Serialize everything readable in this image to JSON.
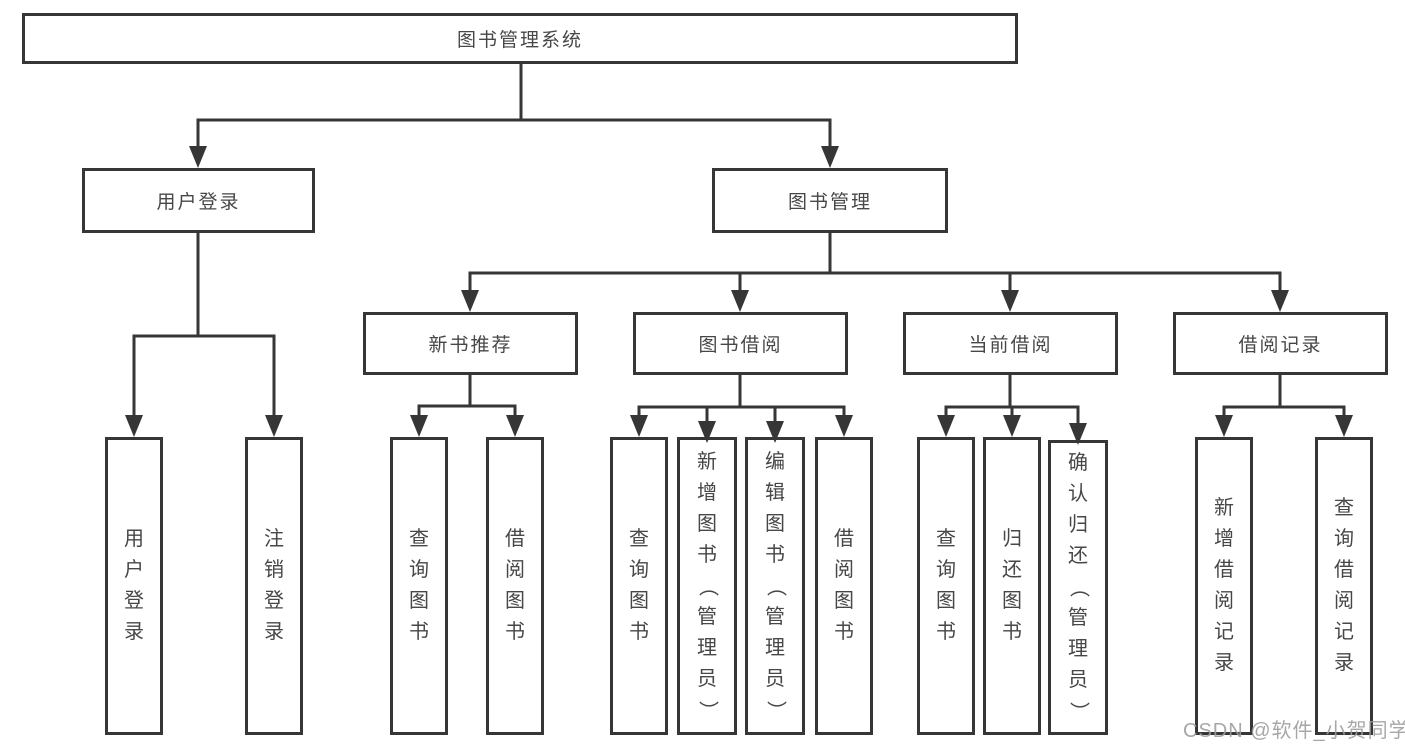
{
  "tree": {
    "root": "图书管理系统",
    "branches": [
      {
        "label": "用户登录",
        "children": [
          "用户登录",
          "注销登录"
        ]
      },
      {
        "label": "图书管理",
        "children": [
          {
            "label": "新书推荐",
            "children": [
              "查询图书",
              "借阅图书"
            ]
          },
          {
            "label": "图书借阅",
            "children": [
              "查询图书",
              "新增图书（管理员）",
              "编辑图书（管理员）",
              "借阅图书"
            ]
          },
          {
            "label": "当前借阅",
            "children": [
              "查询图书",
              "归还图书",
              "确认归还（管理员）"
            ]
          },
          {
            "label": "借阅记录",
            "children": [
              "新增借阅记录",
              "查询借阅记录"
            ]
          }
        ]
      }
    ]
  },
  "watermark": {
    "text": "CSDN @软件_小贺同学",
    "color": "#9e9e9e"
  },
  "colors": {
    "line": "#363636",
    "box_border": "#363636",
    "text": "#474747",
    "background": "#ffffff"
  }
}
